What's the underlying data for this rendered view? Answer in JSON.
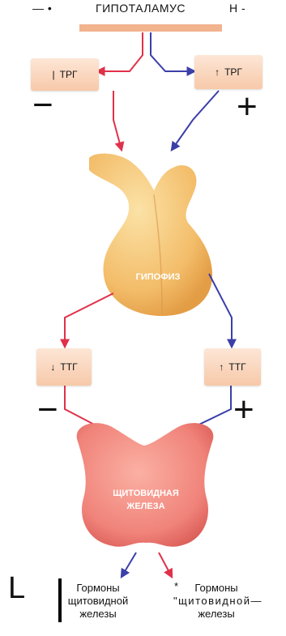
{
  "header": {
    "left_marks": "— •",
    "title": "ГИПОТАЛАМУС",
    "right_marks": "Н -"
  },
  "upper_left_box": {
    "prefix": "|",
    "label": "ТРГ"
  },
  "upper_right_box": {
    "arrow": "↑",
    "label": "ТРГ"
  },
  "upper_signs": {
    "minus": "−",
    "plus": "+"
  },
  "pituitary": {
    "label": "ГИПОФИЗ"
  },
  "lower_left_box": {
    "arrow": "↓",
    "label": "ТТГ"
  },
  "lower_right_box": {
    "arrow": "↑",
    "label": "ТТГ"
  },
  "lower_signs": {
    "minus": "−",
    "plus": "+"
  },
  "thyroid": {
    "label_line1": "ЩИТОВИДНАЯ",
    "label_line2": "ЖЕЛЕЗА"
  },
  "bottom": {
    "corner_mark": "L",
    "left_caption": [
      "Гормоны",
      "щитовидной",
      "железы"
    ],
    "right_mark": "*",
    "right_caption": [
      "Гормоны",
      "\"щитовидной—",
      "железы"
    ]
  },
  "colors": {
    "red_arrow": "#e0314a",
    "blue_arrow": "#3b3fa8",
    "box_fill": "#f9d3b8",
    "gland_orange": "#f5c06e",
    "thyroid_red": "#f0837a"
  }
}
